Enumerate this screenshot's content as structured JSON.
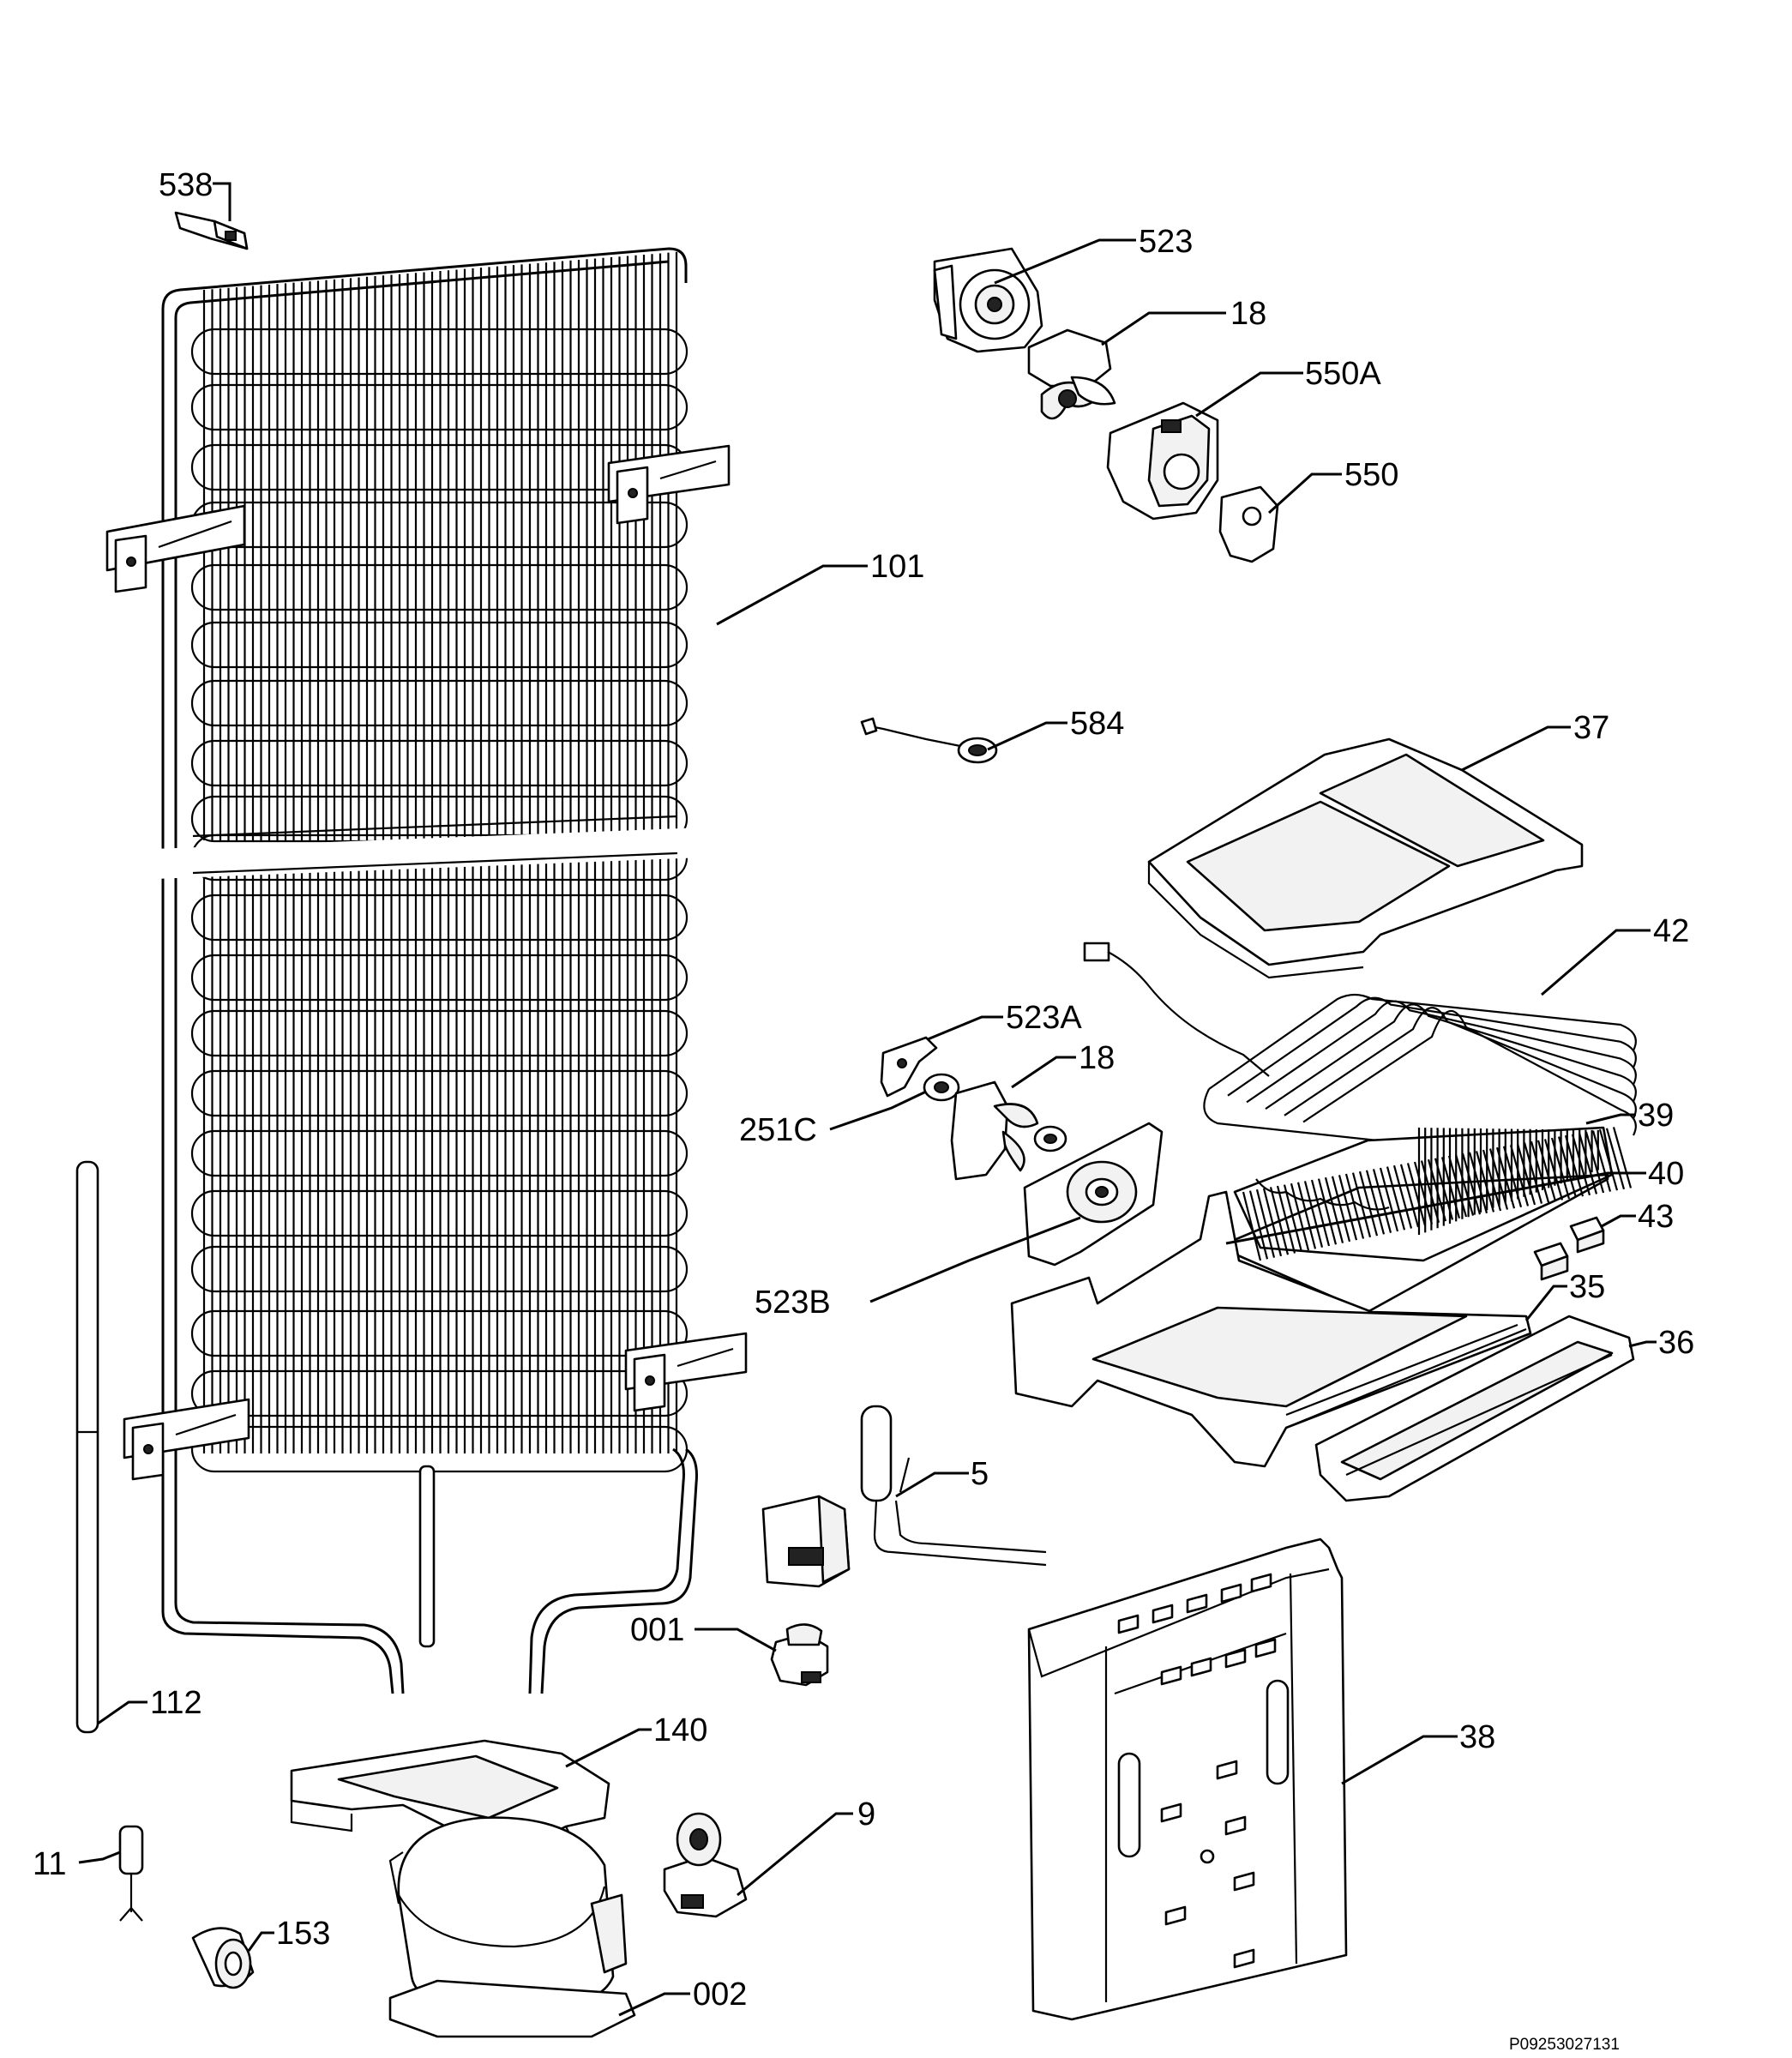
{
  "callouts": {
    "c538": "538",
    "c523": "523",
    "c18_top": "18",
    "c550a": "550A",
    "c550": "550",
    "c101": "101",
    "c584": "584",
    "c37": "37",
    "c42": "42",
    "c523a": "523A",
    "c18_mid": "18",
    "c251c": "251C",
    "c39": "39",
    "c40": "40",
    "c43": "43",
    "c523b": "523B",
    "c35": "35",
    "c36": "36",
    "c5": "5",
    "c001": "001",
    "c112": "112",
    "c140": "140",
    "c38": "38",
    "c9": "9",
    "c11": "11",
    "c153": "153",
    "c002": "002"
  },
  "reference": "P09253027131"
}
